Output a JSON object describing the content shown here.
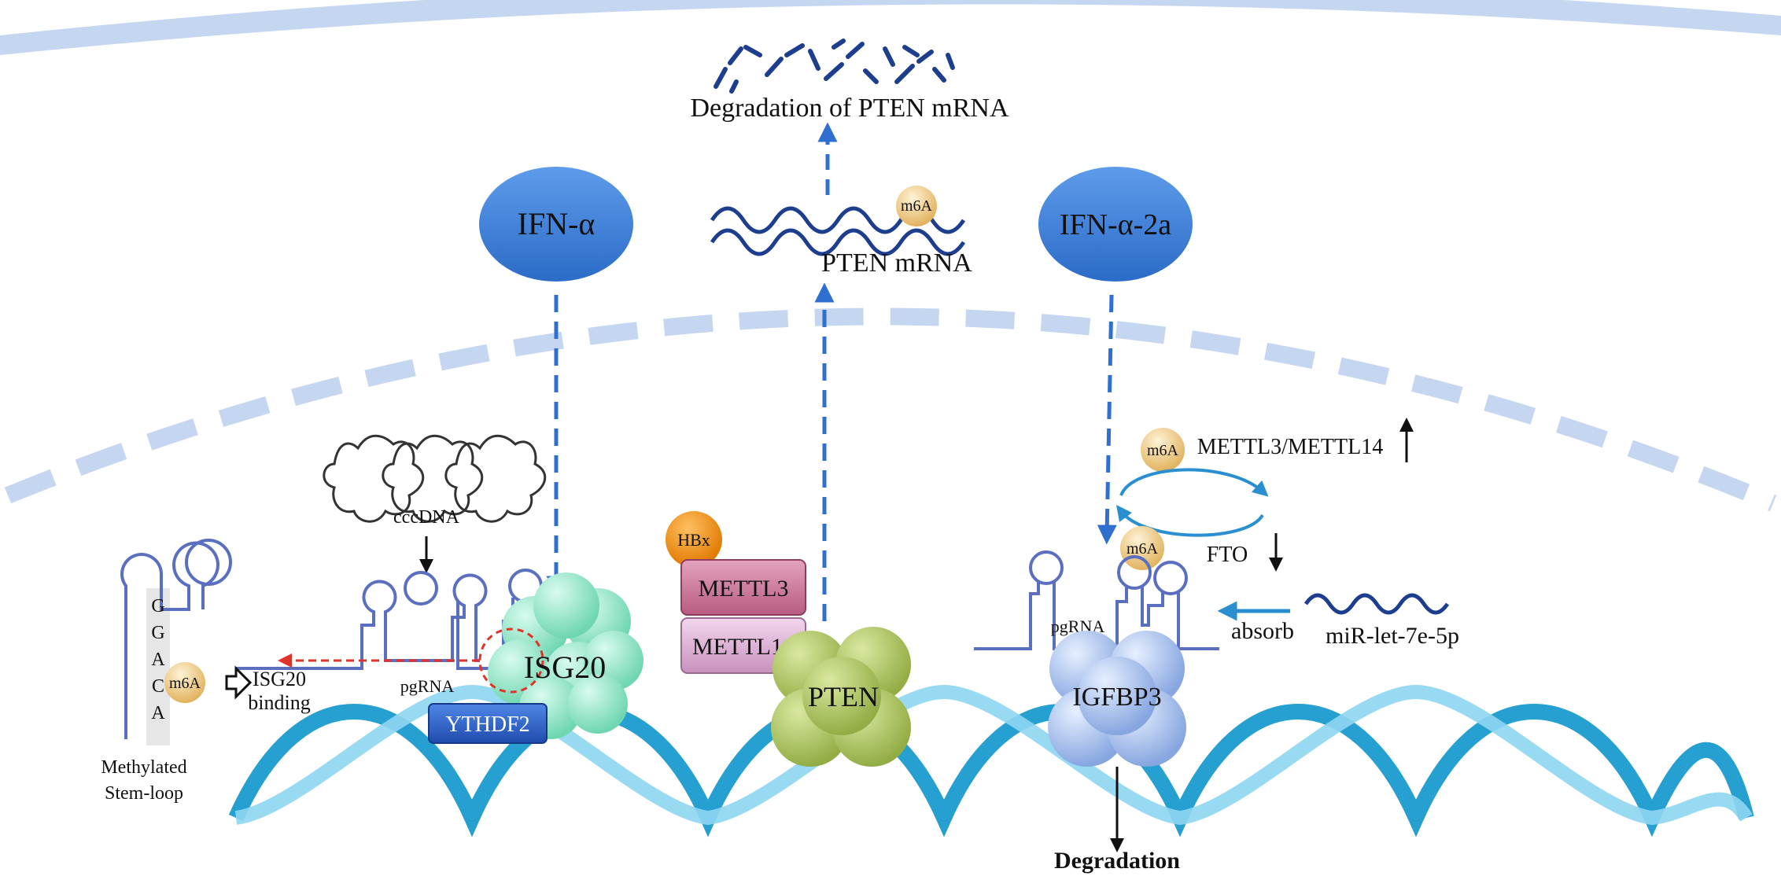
{
  "labels": {
    "degradation_pten_mrna": "Degradation of PTEN mRNA",
    "pten_mrna": "PTEN mRNA",
    "ifn_alpha": "IFN-α",
    "ifn_alpha_2a": "IFN-α-2a",
    "cccdna": "cccDNA",
    "m6a": "m6A",
    "isg20_binding_1": "ISG20",
    "isg20_binding_2": "binding",
    "methylated_1": "Methylated",
    "methylated_2": "Stem-loop",
    "pgrna": "pgRNA",
    "isg20": "ISG20",
    "ythdf2": "YTHDF2",
    "hbx": "HBx",
    "mettl3": "METTL3",
    "mettl14": "METTL14",
    "pten": "PTEN",
    "mettl3_mettl14": "METTL3/METTL14",
    "fto": "FTO",
    "absorb": "absorb",
    "mir": "miR-let-7e-5p",
    "igfbp3": "IGFBP3",
    "degradation": "Degradation"
  },
  "stem_letters": [
    "G",
    "G",
    "A",
    "C",
    "A"
  ],
  "colors": {
    "membrane": "#c5d7f0",
    "ellipse": "#3b7dd8",
    "arrow_blue": "#2f6fd0",
    "rna_line": "#5a6fc0",
    "dna_dark": "#0e95cc",
    "dna_light": "#8ed6f2",
    "red_dash": "#e0342b",
    "isg20": "#8fe0c0",
    "ythdf2": "#2d5fc8",
    "mettl3": "#c96f93",
    "mettl14": "#d8a8d0",
    "hbx": "#f08c10",
    "pten": "#a5bd55",
    "igfbp3": "#9ab8e8",
    "m6a": "#f0c878",
    "cycle": "#2a8fd0"
  }
}
